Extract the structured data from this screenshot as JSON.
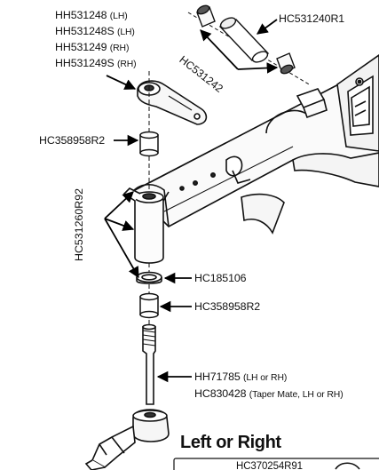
{
  "upper_group": [
    {
      "code": "HH531248",
      "note": "(LH)"
    },
    {
      "code": "HH531248S",
      "note": "(LH)"
    },
    {
      "code": "HH531249",
      "note": "(RH)"
    },
    {
      "code": "HH531249S",
      "note": "(RH)"
    }
  ],
  "callouts": {
    "bushing_kit": "HC531240R1",
    "pivot_pin": "HC531242",
    "upper_bushing": "HC358958R2",
    "spindle_tube": "HC531260R92",
    "thrust_washer": "HC185106",
    "lower_bushing": "HC358958R2",
    "spindle_main": {
      "code": "HH71785",
      "note": "(LH or RH)"
    },
    "spindle_alt": {
      "code": "HC830428",
      "note": "(Taper Mate, LH or RH)"
    }
  },
  "section_heading": "Left or Right",
  "bottom_label": "HC370254R91"
}
